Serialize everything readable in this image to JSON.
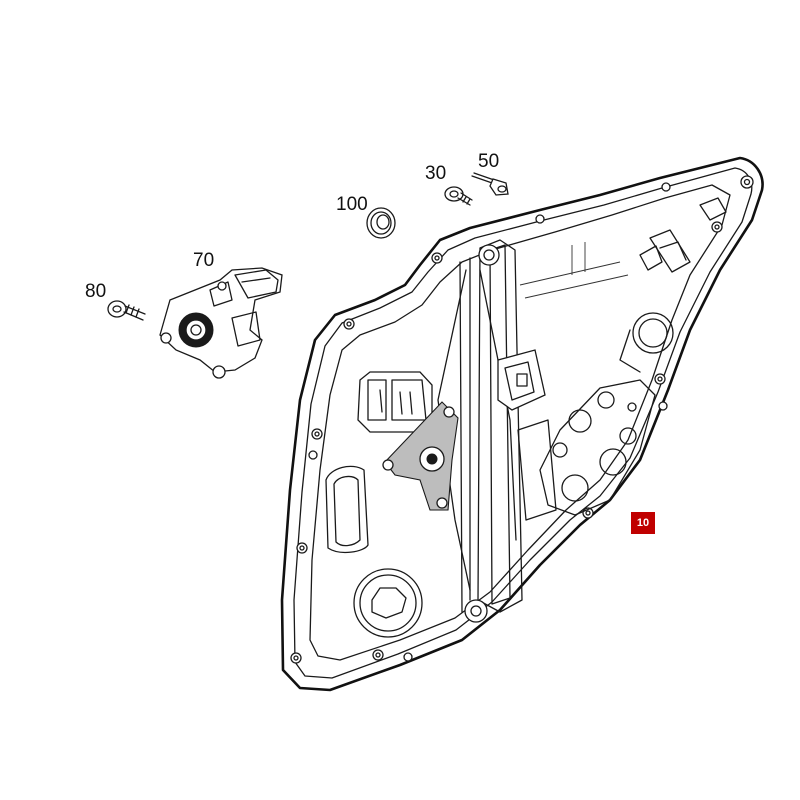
{
  "callouts": {
    "c30": "30",
    "c50": "50",
    "c70": "70",
    "c80": "80",
    "c100": "100"
  },
  "badge": {
    "label": "10",
    "color": "#c00000"
  }
}
